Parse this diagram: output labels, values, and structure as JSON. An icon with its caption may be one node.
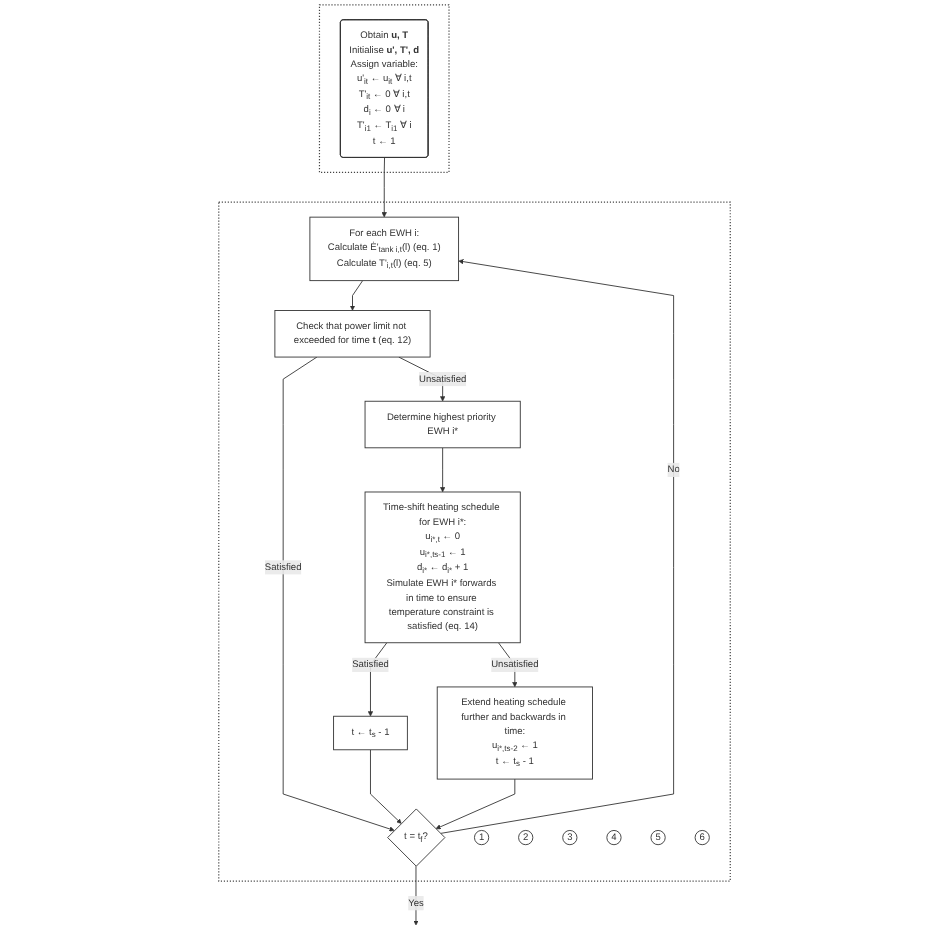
{
  "diagram": {
    "nodes": [
      {
        "text": [],
        "shape": "box"
      },
      {
        "text": [
          "Obtain **u, T**",
          "Initialise **u', T', d**",
          "Assign variable:",
          "u'$_{it}$ ← u$_{it}$ ∀ i,t",
          "T'$_{it}$ ← 0 ∀ i,t",
          "d$_{i}$ ← 0 ∀ i",
          "T'$_{i1}$ ← T$_{i1}$ ∀ i",
          "t ← 1"
        ],
        "in": 0
      },
      {
        "text": [],
        "shape": "box"
      },
      {
        "text": [
          "For each EWH i:",
          "Calculate Ė'$_{tank i,t}$(l) (eq. 1)",
          "Calculate T'$_{i,t}$(l) (eq. 5)"
        ],
        "in": 2
      },
      {
        "text": [
          "Check that power limit not exceeded for time **t** (eq. 12)"
        ],
        "in": 2
      },
      {
        "text": [
          "Determine highest priority EWH i*"
        ],
        "in": 2
      },
      {
        "text": [
          "Time-shift heating schedule for EWH i*:",
          "u$_{i*,t}$ ← 0",
          "u$_{i*,ts-1}$ ← 1",
          "d$_{i*}$ ← d$_{i*}$ + 1",
          "Simulate EWH i* forwards in time to ensure temperature constraint is satisfied (eq. 14)"
        ],
        "in": 2
      },
      {
        "text": [
          "t ← t$_{s}$ - 1"
        ],
        "in": 2
      },
      {
        "text": [
          "Extend heating schedule further and backwards in time:",
          "u$_{i*,ts-2}$ ← 1",
          "t ← t$_{s}$ - 1"
        ],
        "in": 2
      },
      {
        "text": [
          "t = t$_{f}$?"
        ],
        "in": 2
      },
      {
        "text": [
          "1"
        ],
        "in": 2
      },
      {
        "text": [
          "2"
        ],
        "in": 2
      },
      {
        "text": [
          "3"
        ],
        "in": 2
      },
      {
        "text": [
          "4"
        ],
        "in": 2
      },
      {
        "text": [
          "5"
        ],
        "in": 2
      },
      {
        "text": [
          "6"
        ],
        "in": 2
      }
    ],
    "edges": [
      {
        "from": 1,
        "to": 3,
        "arrow": "to"
      },
      {
        "from": 3,
        "to": 4,
        "arrow": "to"
      },
      {
        "from": 4,
        "to": 9,
        "arrow": "to",
        "label": "Satisfied"
      },
      {
        "from": 4,
        "to": 5,
        "arrow": "to",
        "label": "Unsatisfied"
      },
      {
        "from": 5,
        "to": 6,
        "arrow": "to"
      },
      {
        "from": 6,
        "to": 7,
        "arrow": "to",
        "label": "Satisfied"
      },
      {
        "from": 6,
        "to": 8,
        "arrow": "to",
        "label": "Unsatisfied"
      },
      {
        "from": 7,
        "to": 9,
        "arrow": "to"
      },
      {
        "from": 8,
        "to": 9,
        "arrow": "to"
      },
      {
        "from": 9,
        "to": 3,
        "arrow": "to",
        "label": "No"
      },
      {
        "from": 9,
        "to": null,
        "arrow": "to",
        "label": "Yes"
      }
    ]
  }
}
